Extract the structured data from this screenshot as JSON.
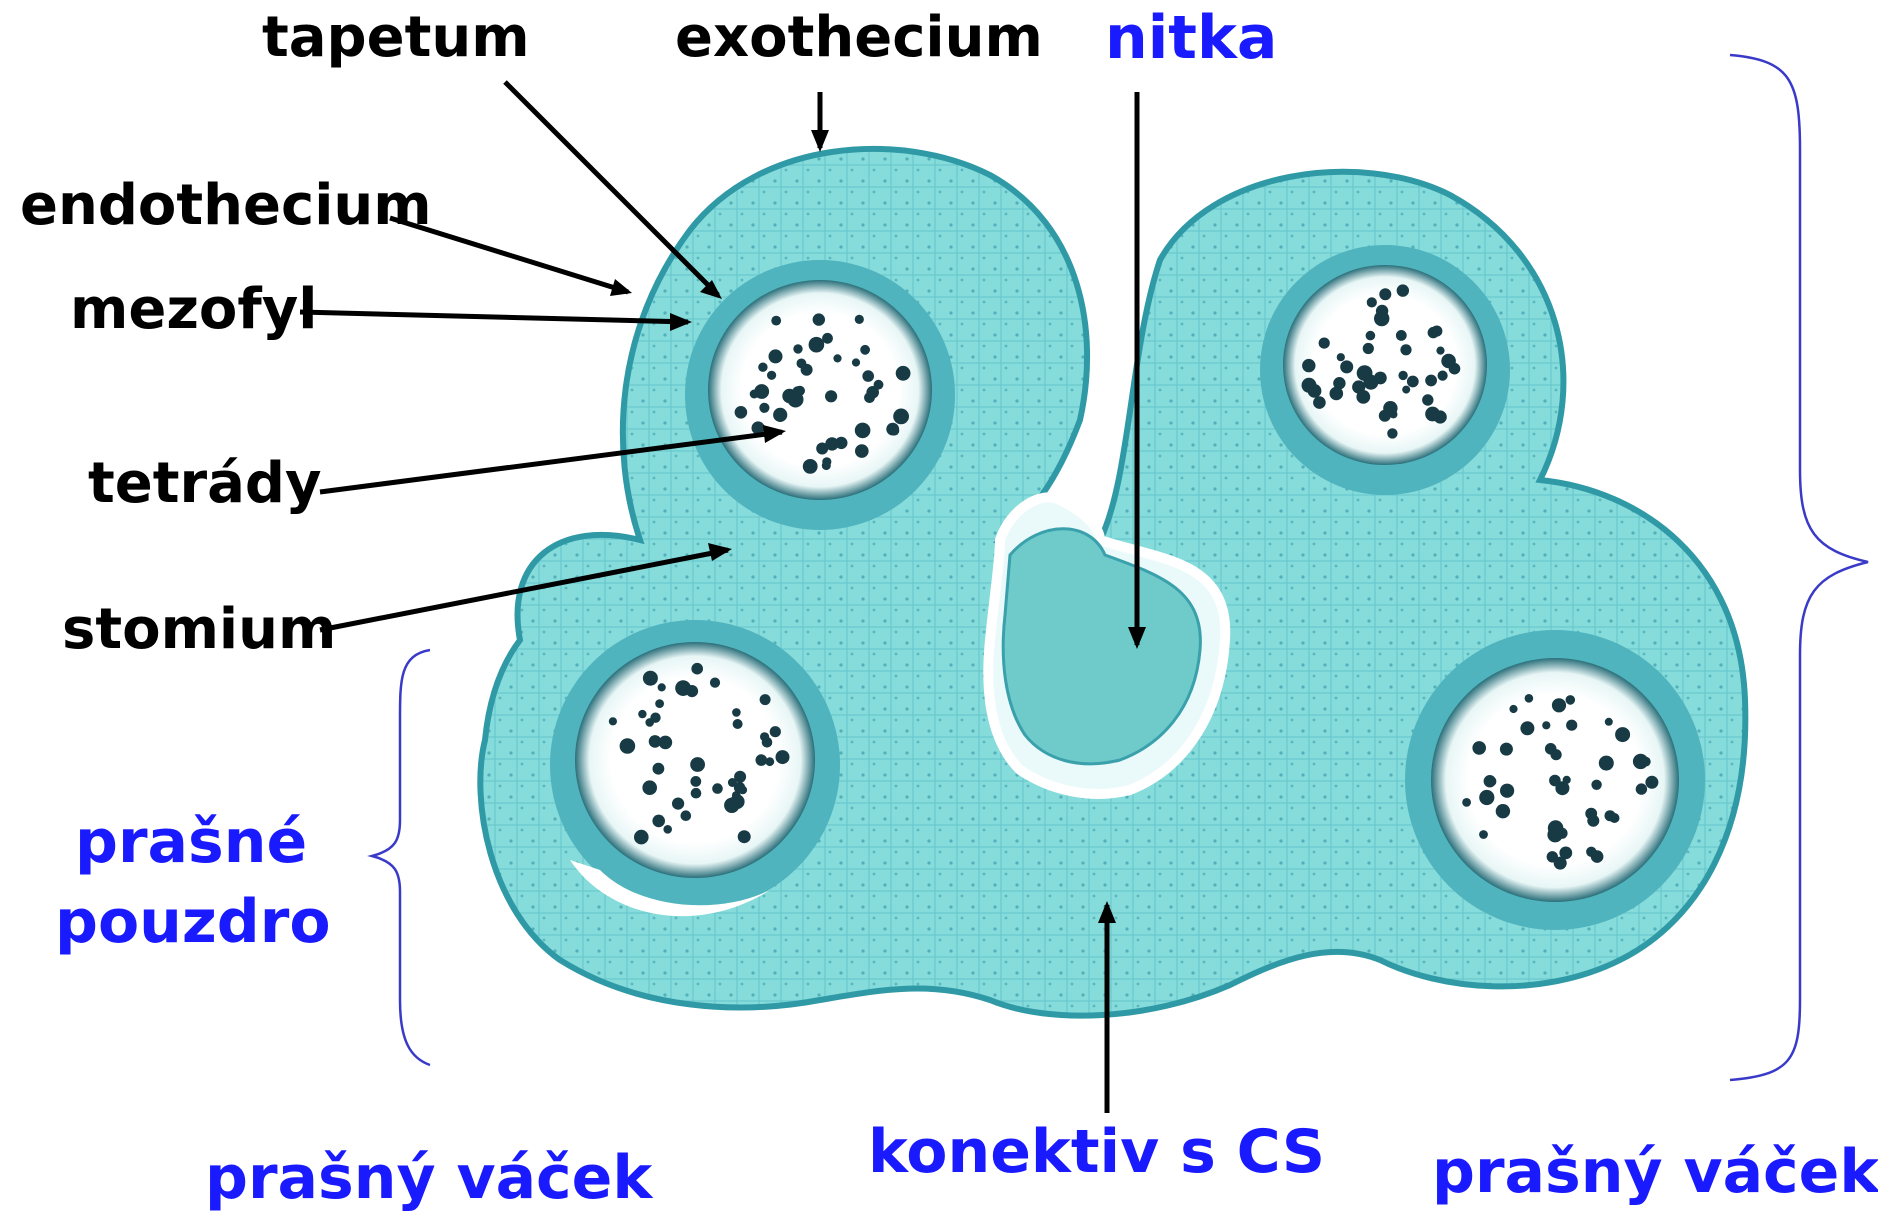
{
  "colors": {
    "tissue": "#7fd6d6",
    "tissue_dark": "#2f9aa6",
    "locule": "#ffffff",
    "pollen": "#173a44",
    "label_black": "#000000",
    "label_blue": "#1a1aff",
    "brace": "#3a3ac8"
  },
  "labels": {
    "tapetum": "tapetum",
    "exothecium": "exothecium",
    "nitka": "nitka",
    "endothecium": "endothecium",
    "mezofyl": "mezofyl",
    "tetrady": "tetrády",
    "stomium": "stomium",
    "prasne": "prašné",
    "pouzdro": "pouzdro",
    "prasny_vacek_left": "prašný váček",
    "konektiv": "konektiv s CS",
    "prasny_vacek_right": "prašný váček"
  }
}
